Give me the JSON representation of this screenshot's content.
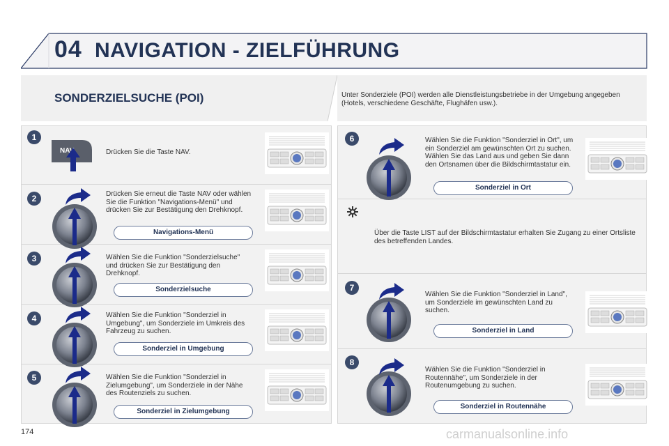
{
  "header": {
    "chapter": "04",
    "title": "NAVIGATION - ZIELFÜHRUNG"
  },
  "section": {
    "title": "SONDERZIELSUCHE (POI)",
    "intro": "Unter Sonderziele (POI) werden alle Dienstleistungsbetriebe in der Umgebung angegeben (Hotels, verschiedene Geschäfte, Flughäfen usw.)."
  },
  "nav_key_label": "NAV",
  "steps": [
    {
      "num": "1",
      "text": "Drücken Sie die Taste NAV.",
      "label": ""
    },
    {
      "num": "2",
      "text": "Drücken Sie erneut die Taste NAV oder wählen Sie die Funktion \"Navigations-Menü\" und drücken Sie zur Bestätigung den Drehknopf.",
      "label": "Navigations-Menü"
    },
    {
      "num": "3",
      "text": "Wählen Sie die Funktion \"Sonderzielsuche\" und drücken Sie zur Bestätigung den Drehknopf.",
      "label": "Sonderzielsuche"
    },
    {
      "num": "4",
      "text": "Wählen Sie die Funktion \"Sonderziel in Umgebung\", um Sonderziele im Umkreis des Fahrzeug zu suchen.",
      "label": "Sonderziel in Umgebung"
    },
    {
      "num": "5",
      "text": "Wählen Sie die Funktion \"Sonderziel in Zielumgebung\", um Sonderziele in der Nähe des Routenziels zu suchen.",
      "label": "Sonderziel in Zielumgebung"
    },
    {
      "num": "6",
      "text": "Wählen Sie die Funktion \"Sonderziel in Ort\", um ein Sonderziel am gewünschten Ort zu suchen. Wählen Sie das Land aus und geben Sie dann den Ortsnamen über die Bildschirmtastatur ein.",
      "label": "Sonderziel in Ort"
    },
    {
      "num": "7",
      "text": "Wählen Sie die Funktion \"Sonderziel in Land\", um Sonderziele im gewünschten Land zu suchen.",
      "label": "Sonderziel in Land"
    },
    {
      "num": "8",
      "text": "Wählen Sie die Funktion \"Sonderziel in Routennähe\", um Sonderziele in der Routenumgebung zu suchen.",
      "label": "Sonderziel in Routennähe"
    }
  ],
  "tip": {
    "text": "Über die Taste LIST auf der Bildschirmtastatur erhalten Sie Zugang zu einer Ortsliste des betreffenden Landes.",
    "icon": "gear-icon"
  },
  "footer": {
    "page_number": "174",
    "watermark": "carmanualsonline.info"
  },
  "colors": {
    "title": "#223355",
    "panel": "#f2f2f2",
    "badge": "#3a4a6a"
  }
}
